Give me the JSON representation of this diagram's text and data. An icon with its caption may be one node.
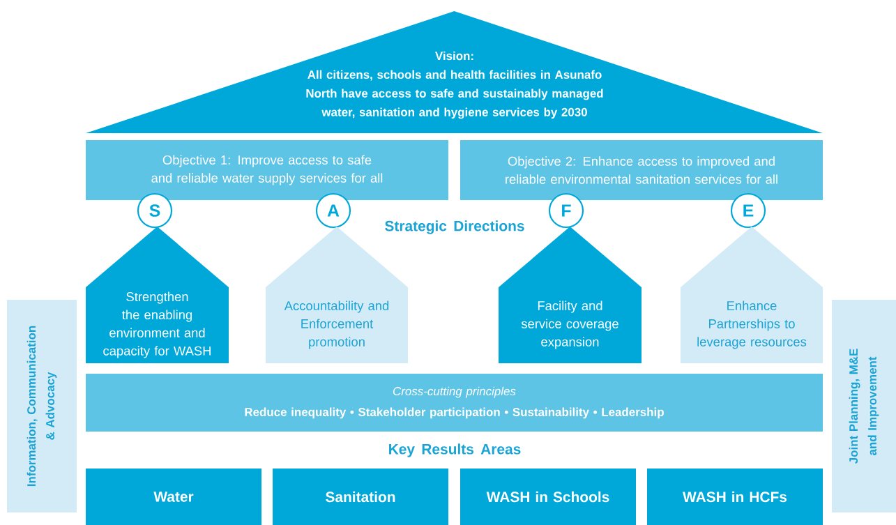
{
  "diagram": {
    "nodes": [
      {
        "text": [
          "Vision:",
          "All citizens, schools and health facilities in Asunafo North have access to safe and sustainably managed water, sanitation and hygiene services by 2030"
        ]
      },
      {
        "text": [
          "Objective 1: Improve access to safe and reliable water supply services for all"
        ]
      },
      {
        "text": [
          "Objective 2: Enhance access to improved and reliable environmental sanitation services for all"
        ]
      },
      {
        "text": [
          "S"
        ]
      },
      {
        "text": [
          "A"
        ]
      },
      {
        "text": [
          "F"
        ]
      },
      {
        "text": [
          "E"
        ]
      },
      {
        "text": [
          "Strengthen the enabling environment and capacity for WASH"
        ]
      },
      {
        "text": [
          "Accountability and Enforcement promotion"
        ]
      },
      {
        "text": [
          "Facility and service coverage expansion"
        ]
      },
      {
        "text": [
          "Enhance Partnerships to leverage resources"
        ]
      },
      {
        "text": [
          "Cross-cutting principles",
          "Reduce inequality • Stakeholder participation • Sustainability • Leadership"
        ]
      },
      {
        "text": [
          "Water"
        ]
      },
      {
        "text": [
          "Sanitation"
        ]
      },
      {
        "text": [
          "WASH in Schools"
        ]
      },
      {
        "text": [
          "WASH in HCFs"
        ]
      },
      {
        "text": [
          "Information, Communication & Advocacy"
        ]
      },
      {
        "text": [
          "Joint Planning, M&E and Improvement"
        ]
      }
    ],
    "labels": [
      "Strategic Directions",
      "Key Results Areas"
    ]
  }
}
